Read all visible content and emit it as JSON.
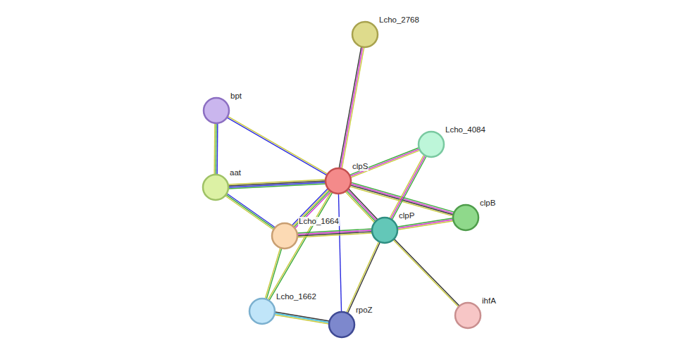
{
  "diagram": {
    "nodes": [
      {
        "text": [
          "Lcho_2768"
        ]
      },
      {
        "text": [
          "bpt"
        ]
      },
      {
        "text": [
          "Lcho_4084"
        ]
      },
      {
        "text": [
          "clpS"
        ]
      },
      {
        "text": [
          "aat"
        ]
      },
      {
        "text": [
          "clpB"
        ]
      },
      {
        "text": [
          "clpP"
        ]
      },
      {
        "text": [
          "Lcho_1664"
        ]
      },
      {
        "text": [
          "ihfA"
        ]
      },
      {
        "text": [
          "Lcho_1662"
        ]
      },
      {
        "text": [
          "rpoZ"
        ]
      }
    ],
    "edges": [
      {
        "from": 3,
        "to": 0,
        "arrow": "none"
      },
      {
        "from": 3,
        "to": 1,
        "arrow": "none"
      },
      {
        "from": 3,
        "to": 4,
        "arrow": "none"
      },
      {
        "from": 3,
        "to": 2,
        "arrow": "none"
      },
      {
        "from": 3,
        "to": 5,
        "arrow": "none"
      },
      {
        "from": 3,
        "to": 6,
        "arrow": "none"
      },
      {
        "from": 3,
        "to": 7,
        "arrow": "none"
      },
      {
        "from": 3,
        "to": 9,
        "arrow": "none"
      },
      {
        "from": 3,
        "to": 10,
        "arrow": "none"
      },
      {
        "from": 1,
        "to": 4,
        "arrow": "none"
      },
      {
        "from": 4,
        "to": 7,
        "arrow": "none"
      },
      {
        "from": 7,
        "to": 6,
        "arrow": "none"
      },
      {
        "from": 7,
        "to": 9,
        "arrow": "none"
      },
      {
        "from": 2,
        "to": 6,
        "arrow": "none"
      },
      {
        "from": 6,
        "to": 5,
        "arrow": "none"
      },
      {
        "from": 6,
        "to": 10,
        "arrow": "none"
      },
      {
        "from": 6,
        "to": 8,
        "arrow": "none"
      },
      {
        "from": 9,
        "to": 10,
        "arrow": "none"
      }
    ]
  }
}
